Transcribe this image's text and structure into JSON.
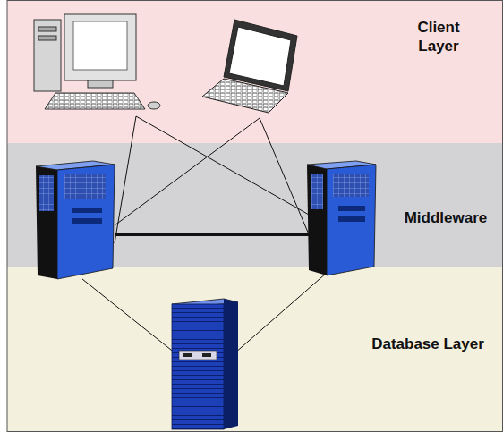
{
  "diagram": {
    "nodes": [
      {
        "text": [
          "Client Layer"
        ]
      },
      {
        "text": [
          "Middleware"
        ]
      },
      {
        "text": [
          "Database Layer"
        ]
      }
    ]
  }
}
